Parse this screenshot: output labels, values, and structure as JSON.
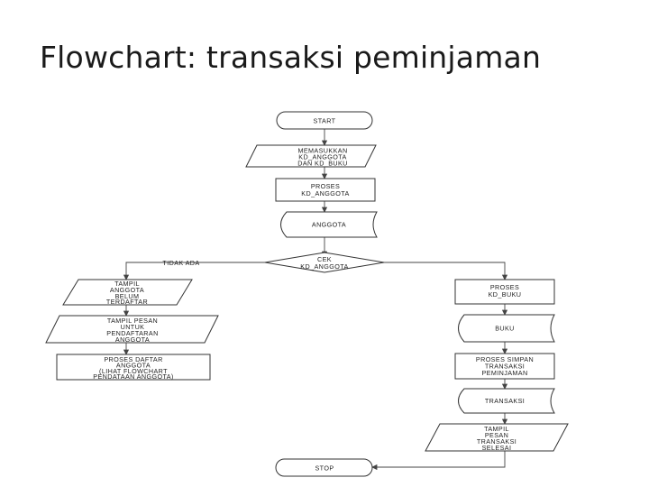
{
  "slide": {
    "title": "Flowchart: transaksi peminjaman"
  },
  "flowchart": {
    "start": "START",
    "input_lines": [
      "MEMASUKKAN",
      "KD_ANGGOTA",
      "DAN KD_BUKU"
    ],
    "proses_anggota_lines": [
      "PROSES",
      "KD_ANGGOTA"
    ],
    "anggota_store": "ANGGOTA",
    "decision_lines": [
      "CEK",
      "KD_ANGGOTA"
    ],
    "branch_no_label": "TIDAK ADA",
    "tampil_belum_lines": [
      "TAMPIL",
      "ANGGOTA",
      "BELUM",
      "TERDAFTAR"
    ],
    "tampil_pesan_lines": [
      "TAMPIL PESAN",
      "UNTUK",
      "PENDAFTARAN",
      "ANGGOTA"
    ],
    "proses_daftar_lines": [
      "PROSES DAFTAR",
      "ANGGOTA",
      "(LIHAT FLOWCHART",
      "PENDATAAN ANGGOTA)"
    ],
    "proses_buku_lines": [
      "PROSES",
      "KD_BUKU"
    ],
    "buku_store": "BUKU",
    "proses_simpan_lines": [
      "PROSES SIMPAN",
      "TRANSAKSI",
      "PEMINJAMAN"
    ],
    "transaksi_store": "TRANSAKSI",
    "tampil_selesai_lines": [
      "TAMPIL",
      "PESAN",
      "TRANSAKSI",
      "SELESAI"
    ],
    "stop": "STOP"
  }
}
